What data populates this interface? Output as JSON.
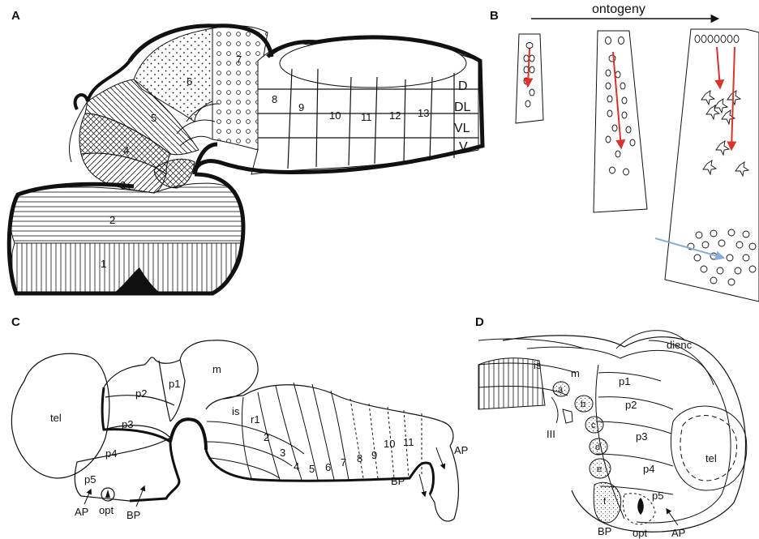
{
  "panels": {
    "a": {
      "letter": "A",
      "regions": [
        "1",
        "2",
        "3",
        "4",
        "5",
        "6",
        "7",
        "8",
        "9",
        "10",
        "11",
        "12",
        "13"
      ],
      "zones": [
        "D",
        "DL",
        "VL",
        "V"
      ]
    },
    "b": {
      "letter": "B",
      "arrow_label": "ontogeny",
      "colors": {
        "red_arrow": "#d9332c",
        "blue_arrow": "#8aaed8"
      }
    },
    "c": {
      "letter": "C",
      "labels": {
        "tel": "tel",
        "m": "m",
        "p1": "p1",
        "p2": "p2",
        "p3": "p3",
        "p4": "p4",
        "p5": "p5",
        "is": "is",
        "r1": "r1",
        "ap": "AP",
        "bp": "BP",
        "opt": "opt",
        "ap_right": "AP",
        "bp_right": "BP"
      },
      "rhombomeres": [
        "2",
        "3",
        "4",
        "5",
        "6",
        "7",
        "8",
        "9",
        "10",
        "11"
      ]
    },
    "d": {
      "letter": "D",
      "labels": {
        "dienc": "dienc",
        "is": "is",
        "m": "m",
        "p1": "p1",
        "p2": "p2",
        "p3": "p3",
        "p4": "p4",
        "p5": "p5",
        "tel": "tel",
        "III": "III",
        "bp": "BP",
        "opt": "opt",
        "ap": "AP"
      },
      "nuclei": [
        "a",
        "b",
        "c",
        "d",
        "e",
        "f"
      ]
    }
  }
}
